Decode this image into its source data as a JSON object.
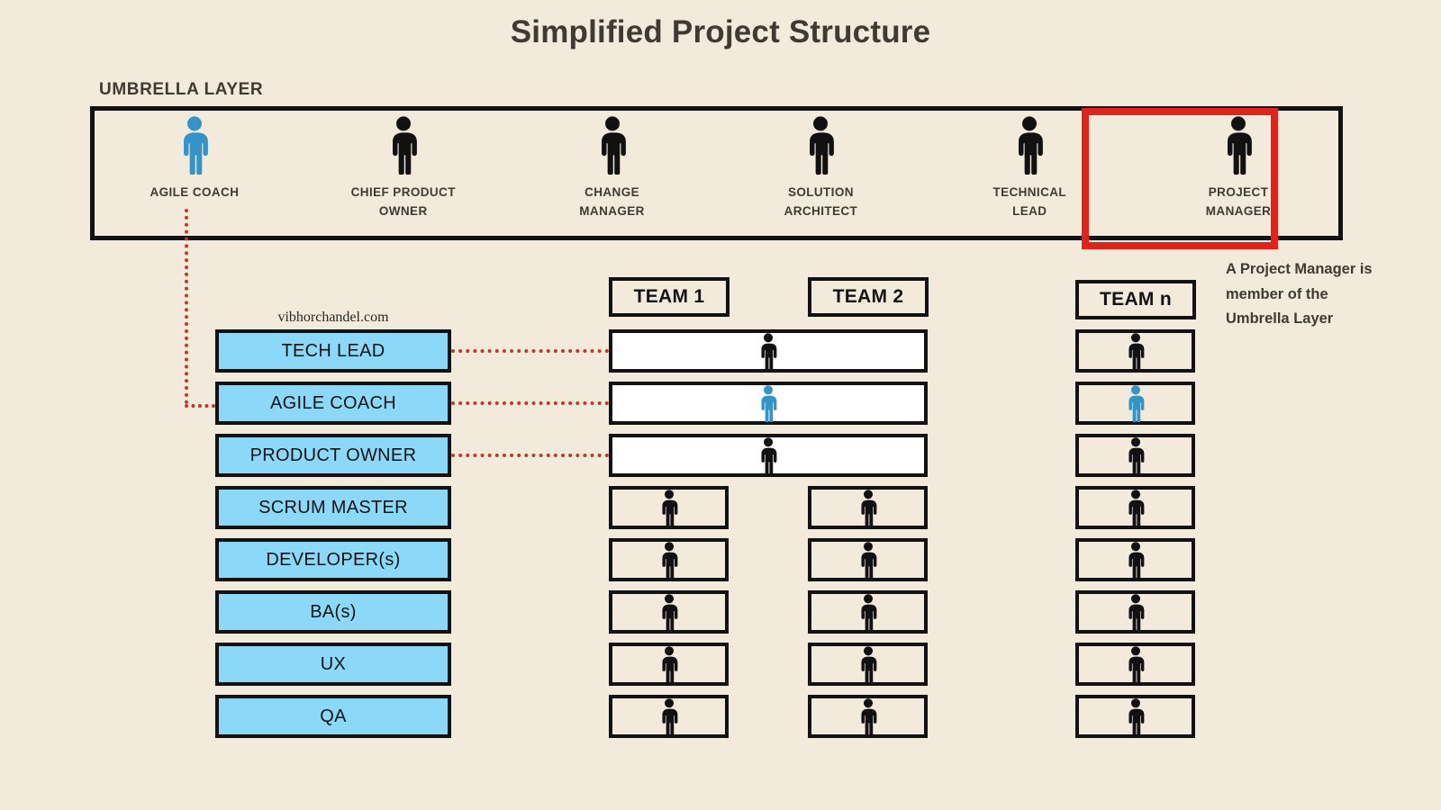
{
  "page": {
    "title": "Simplified Project Structure",
    "watermark": "vibhorchandel.com",
    "background_color": "#F2EADA",
    "accent_blue": "#8BD8F8",
    "figure_blue": "#3494C8",
    "figure_black": "#111111",
    "highlight_red": "#E32219",
    "connector_red": "#C0392B",
    "text_color": "#3F3B33"
  },
  "umbrella": {
    "heading": "UMBRELLA LAYER",
    "roles": [
      {
        "label": "AGILE COACH",
        "icon": "person-icon",
        "color": "blue",
        "highlighted": false
      },
      {
        "label": "CHIEF PRODUCT\nOWNER",
        "icon": "person-icon",
        "color": "black",
        "highlighted": false
      },
      {
        "label": "CHANGE\nMANAGER",
        "icon": "person-icon",
        "color": "black",
        "highlighted": false
      },
      {
        "label": "SOLUTION\nARCHITECT",
        "icon": "person-icon",
        "color": "black",
        "highlighted": false
      },
      {
        "label": "TECHNICAL\nLEAD",
        "icon": "person-icon",
        "color": "black",
        "highlighted": false
      },
      {
        "label": "PROJECT\nMANAGER",
        "icon": "person-icon",
        "color": "black",
        "highlighted": true
      }
    ],
    "note": "A Project Manager is member of the Umbrella Layer"
  },
  "roles_column": [
    {
      "label": "TECH LEAD",
      "shared": true
    },
    {
      "label": "AGILE COACH",
      "shared": true
    },
    {
      "label": "PRODUCT OWNER",
      "shared": true
    },
    {
      "label": "SCRUM MASTER",
      "shared": false
    },
    {
      "label": "DEVELOPER(s)",
      "shared": false
    },
    {
      "label": "BA(s)",
      "shared": false
    },
    {
      "label": "UX",
      "shared": false
    },
    {
      "label": "QA",
      "shared": false
    }
  ],
  "teams": [
    {
      "label": "TEAM 1",
      "members": [
        "black",
        "blue",
        "black",
        "black",
        "black",
        "black",
        "black",
        "black"
      ]
    },
    {
      "label": "TEAM 2",
      "members": [
        "black",
        "blue",
        "black",
        "black",
        "black",
        "black",
        "black",
        "black"
      ]
    },
    {
      "label": "TEAM n",
      "members": [
        "black",
        "blue",
        "black",
        "black",
        "black",
        "black",
        "black",
        "black"
      ]
    }
  ]
}
